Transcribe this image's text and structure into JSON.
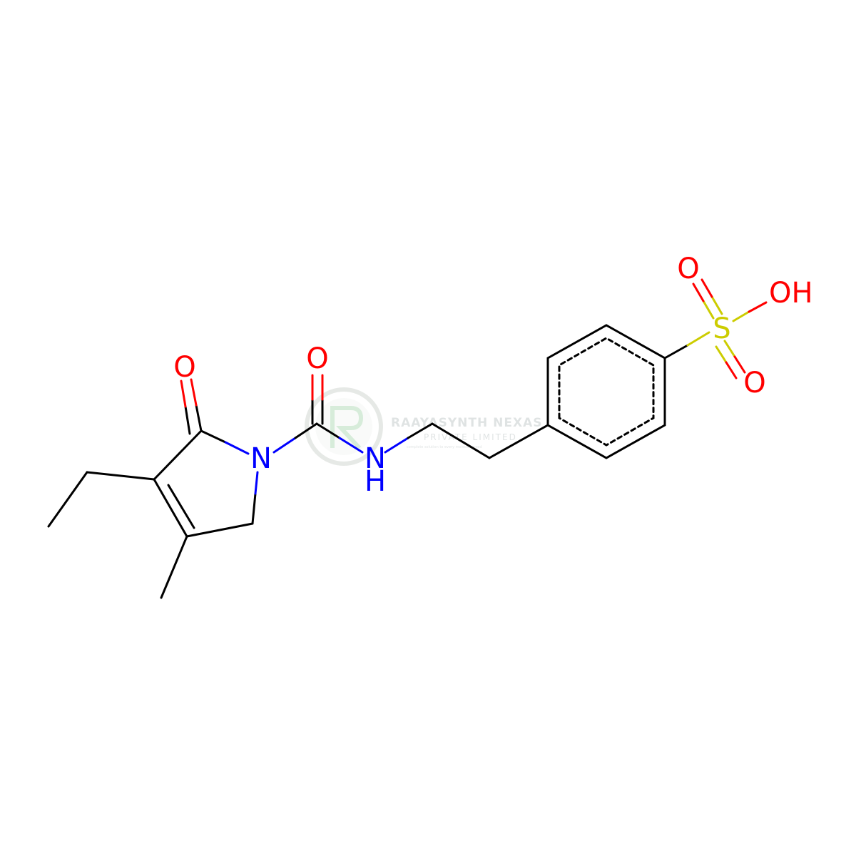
{
  "structure": {
    "atom_labels": {
      "ketone_oxygen": "O",
      "ring_nitrogen": "N",
      "carbonyl_oxygen": "O",
      "amide_nitrogen": "N",
      "amide_hydrogen": "H",
      "sulfur": "S",
      "sulfonyl_oxygen_top": "O",
      "sulfonyl_oxygen_bottom": "O",
      "hydroxyl": "OH"
    },
    "colors": {
      "bond": "#000000",
      "oxygen": "#ff0000",
      "nitrogen": "#0000ff",
      "sulfur": "#cccc00"
    }
  },
  "watermark": {
    "title": "RAAYASYNTH NEXAS",
    "subtitle": "PRIVATE LIMITED",
    "tagline": "complete solution to every molecule need"
  }
}
